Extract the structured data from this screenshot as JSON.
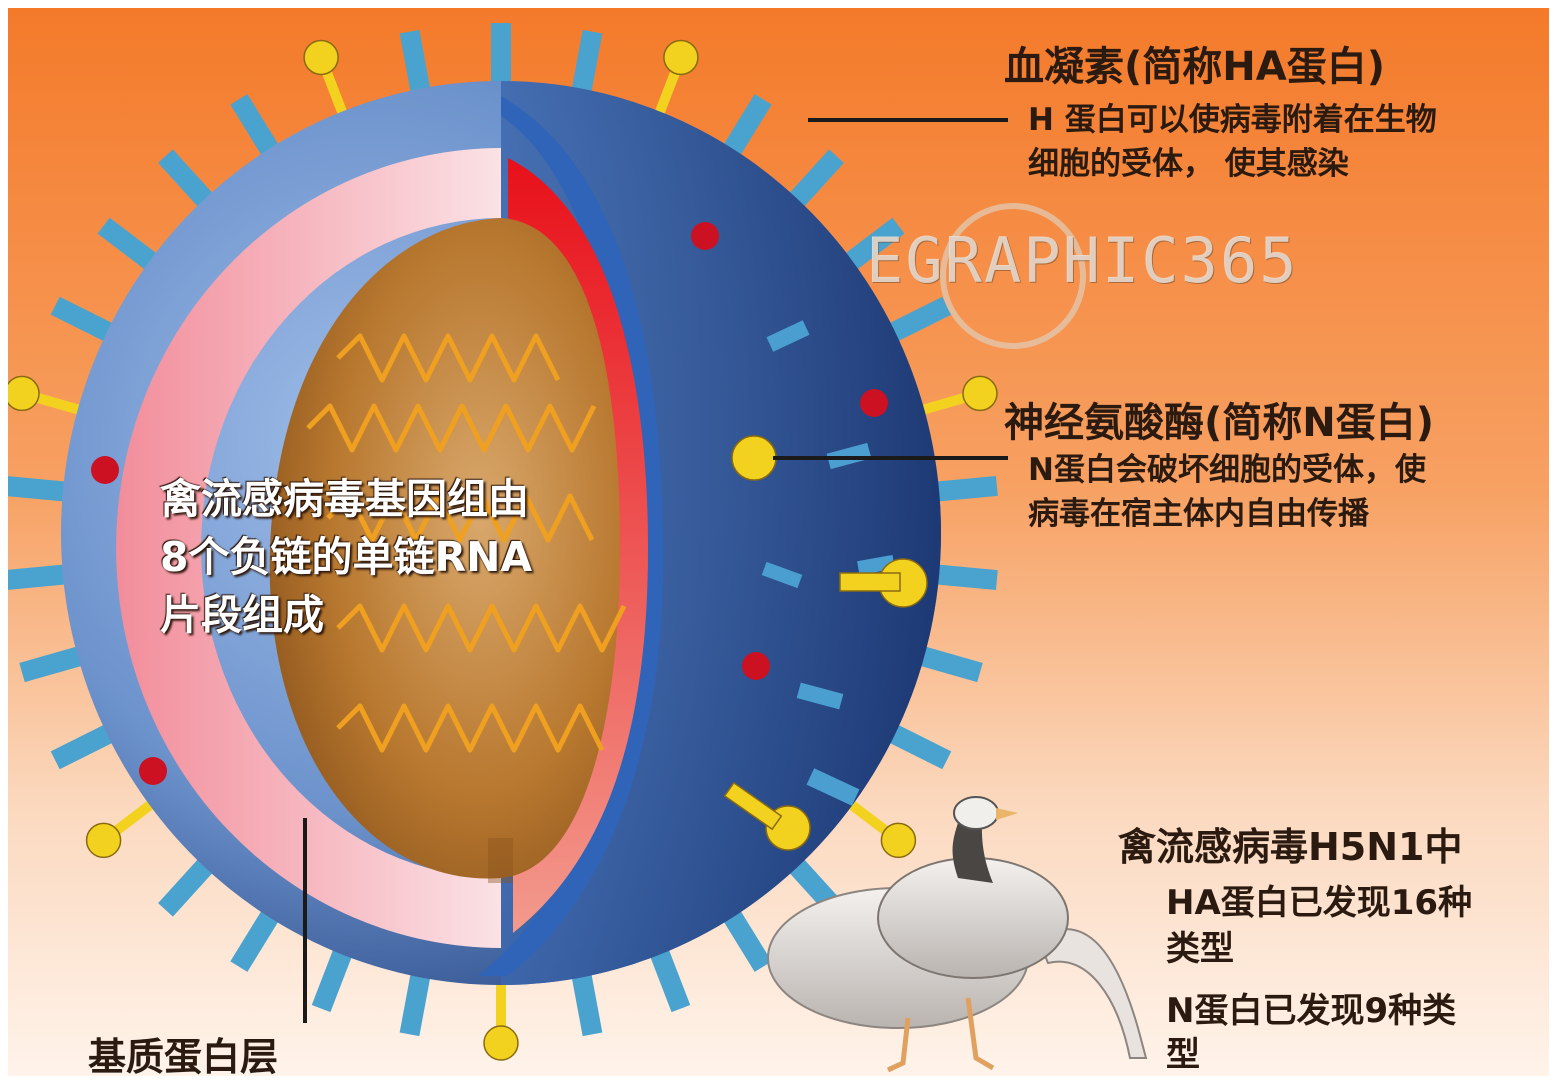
{
  "labels": {
    "ha_title": "血凝素(简称HA蛋白)",
    "ha_desc_1": "H 蛋白可以使病毒附着在生物",
    "ha_desc_2": "细胞的受体， 使其感染",
    "na_title": "神经氨酸酶(简称N蛋白)",
    "na_desc_1": "N蛋白会破坏细胞的受体，使",
    "na_desc_2": "病毒在宿主体内自由传播",
    "genome_1": "禽流感病毒基因组由",
    "genome_2": "8个负链的单链RNA",
    "genome_3": "片段组成",
    "matrix": "基质蛋白层",
    "h5n1_title": "禽流感病毒H5N1中",
    "h5n1_ha_1": "HA蛋白已发现16种",
    "h5n1_ha_2": "类型",
    "h5n1_na_1": "N蛋白已发现9种类",
    "h5n1_na_2": "型"
  },
  "watermark": "EGRAPHIC365",
  "colors": {
    "background_top": "#f47a2a",
    "background_bottom": "#fff3ea",
    "envelope": "#7a9fd6",
    "envelope_dark": "#1f3f7a",
    "ha_spike": "#4aa3cf",
    "na_spike": "#f2d21e",
    "matrix_layer": "#f4a3ad",
    "inner_layer": "#e01818",
    "core": "#c07a30",
    "rna": "#f0a020",
    "dots": "#cc1122"
  }
}
